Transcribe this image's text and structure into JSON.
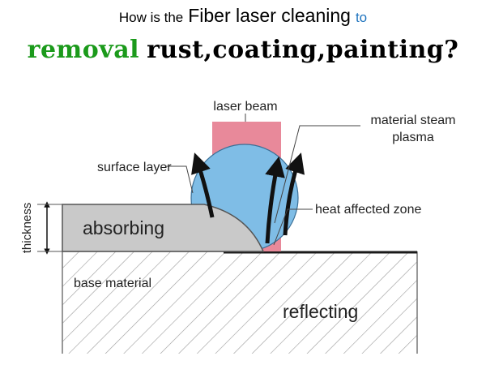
{
  "title": {
    "line1_part1": "How is the",
    "line1_part2": "Fiber laser cleaning",
    "line1_part3": "to",
    "line2_part1": "removal",
    "line2_part2": "rust,coating,painting?"
  },
  "diagram": {
    "laser_beam": "laser beam",
    "material_steam": "material steam",
    "plasma": "plasma",
    "surface_layer": "surface layer",
    "heat_affected_zone": "heat affected zone",
    "thickness": "thickness",
    "absorbing": "absorbing",
    "base_material": "base material",
    "reflecting": "reflecting"
  },
  "colors": {
    "title_green": "#1b9a1b",
    "title_blue": "#1e73be",
    "beam": "#e8899a",
    "plasma": "#7fbde6",
    "coating": "#c9c9c9"
  }
}
